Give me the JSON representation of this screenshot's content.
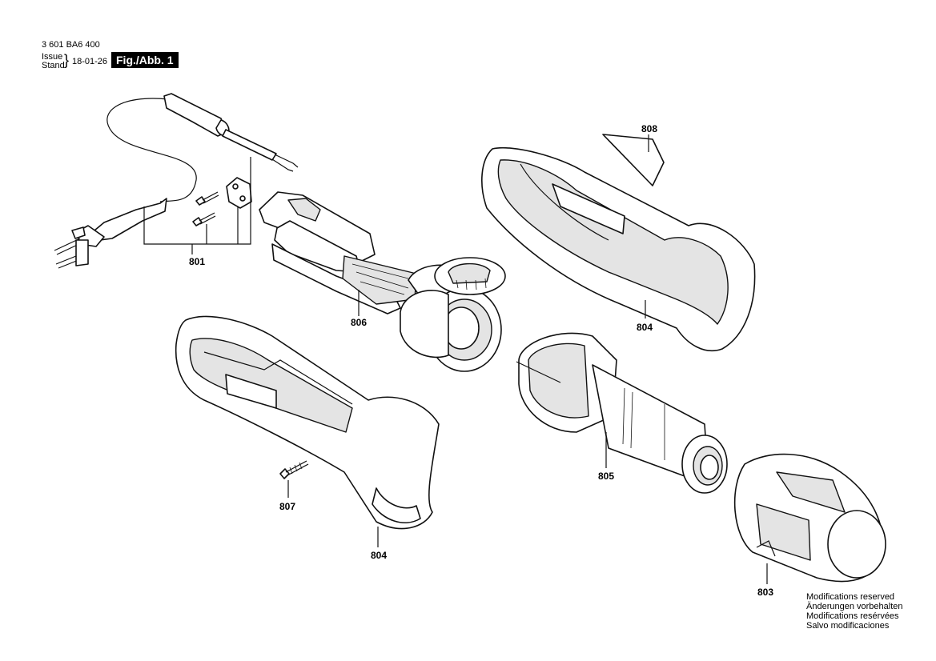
{
  "header": {
    "part_number": "3 601 BA6 400",
    "issue_label": "Issue",
    "stand_label": "Stand",
    "brace": "}",
    "date": "18-01-26",
    "figure_label": "Fig./Abb. 1"
  },
  "parts": [
    {
      "ref": "801"
    },
    {
      "ref": "806"
    },
    {
      "ref": "808"
    },
    {
      "ref": "804"
    },
    {
      "ref": "804"
    },
    {
      "ref": "807"
    },
    {
      "ref": "805"
    },
    {
      "ref": "803"
    }
  ],
  "notes": [
    "Modifications reserved",
    "Änderungen vorbehalten",
    "Modifications resérvées",
    "Salvo modificaciones"
  ]
}
